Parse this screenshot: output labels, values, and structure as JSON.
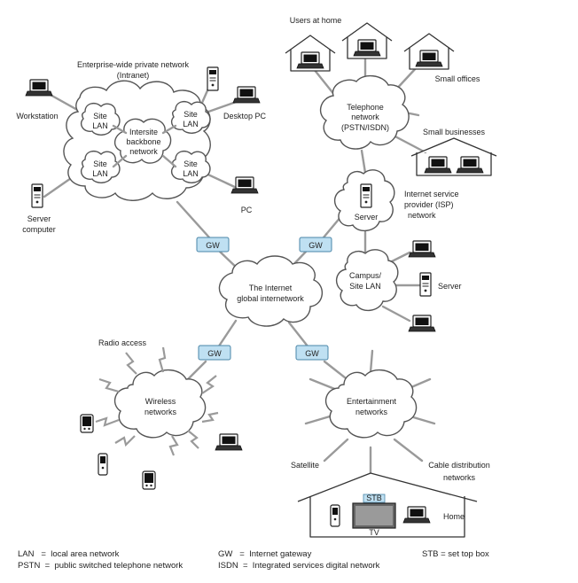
{
  "diagram": {
    "clouds": {
      "intranet_title": [
        "Enterprise-wide private network",
        "(Intranet)"
      ],
      "site_lan": [
        "Site",
        "LAN"
      ],
      "intersite": [
        "Intersite",
        "backbone",
        "network"
      ],
      "telephone": [
        "Telephone",
        "network",
        "(PSTN/ISDN)"
      ],
      "isp_server": "Server",
      "isp_label": [
        "Internet service",
        "provider (ISP)",
        "network"
      ],
      "campus": [
        "Campus/",
        "Site LAN"
      ],
      "internet": [
        "The Internet",
        "global internetwork"
      ],
      "wireless": [
        "Wireless",
        "networks"
      ],
      "entertainment": [
        "Entertainment",
        "networks"
      ]
    },
    "devices": {
      "workstation": "Workstation",
      "desktop_pc": "Desktop PC",
      "server_computer": [
        "Server",
        "computer"
      ],
      "pc": "PC",
      "users_at_home": "Users at home",
      "small_offices": "Small offices",
      "small_businesses": "Small businesses",
      "campus_server": "Server",
      "radio_access": "Radio access",
      "satellite": "Satellite",
      "cable": [
        "Cable distribution",
        "networks"
      ],
      "home": "Home",
      "stb": "STB",
      "tv": "TV"
    },
    "gateway_label": "GW"
  },
  "legend": {
    "lan": "LAN   =  local area network",
    "pstn": "PSTN  =  public switched telephone network",
    "gw": "GW   =  Internet gateway",
    "isdn": "ISDN  =  Integrated services digital network",
    "stb": "STB = set top box"
  }
}
